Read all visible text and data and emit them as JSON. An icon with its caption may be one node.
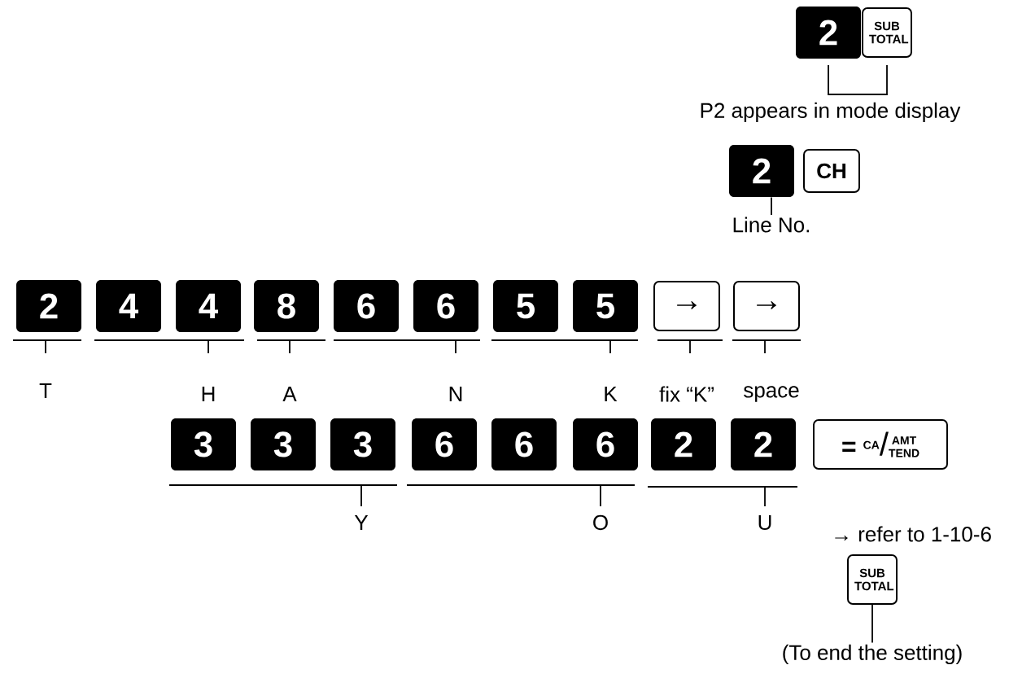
{
  "diagram": {
    "nodes": [
      {
        "text": [
          "2"
        ]
      },
      {
        "text": [
          "SUB TOTAL"
        ]
      },
      {
        "text": [
          "2"
        ]
      },
      {
        "text": [
          "CH"
        ]
      },
      {
        "text": [
          "Line No."
        ]
      },
      {
        "text": [
          "2"
        ]
      },
      {
        "text": [
          "4"
        ]
      },
      {
        "text": [
          "4"
        ]
      },
      {
        "text": [
          "8"
        ]
      },
      {
        "text": [
          "6"
        ]
      },
      {
        "text": [
          "6"
        ]
      },
      {
        "text": [
          "5"
        ]
      },
      {
        "text": [
          "5"
        ]
      },
      {
        "text": [
          "→"
        ]
      },
      {
        "text": [
          "→"
        ]
      },
      {
        "text": [
          "3"
        ]
      },
      {
        "text": [
          "3"
        ]
      },
      {
        "text": [
          "3"
        ]
      },
      {
        "text": [
          "6"
        ]
      },
      {
        "text": [
          "6"
        ]
      },
      {
        "text": [
          "6"
        ]
      },
      {
        "text": [
          "2"
        ]
      },
      {
        "text": [
          "2"
        ]
      },
      {
        "text": [
          "=",
          "CA",
          "/",
          "AMT",
          "TEND"
        ]
      },
      {
        "text": [
          "SUB TOTAL"
        ]
      },
      {
        "text": [
          "(To end the setting)"
        ]
      }
    ],
    "edges": [
      {
        "from": 4,
        "to": 2,
        "arrow": "none"
      },
      {
        "from": 25,
        "to": 24,
        "arrow": "none"
      }
    ],
    "labels": [
      "P2 appears in mode display",
      "T",
      "H",
      "A",
      "N",
      "K",
      "fix “K”",
      "space",
      "Y",
      "O",
      "U",
      "→ refer to 1-10-6"
    ]
  }
}
